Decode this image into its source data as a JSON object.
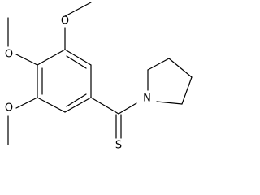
{
  "molecule": {
    "atoms": {
      "o_top": "O",
      "o_mid": "O",
      "o_low": "O",
      "nitrogen": "N",
      "sulfur": "S"
    }
  },
  "colors": {
    "bond": "#000000",
    "background": "#ffffff"
  }
}
